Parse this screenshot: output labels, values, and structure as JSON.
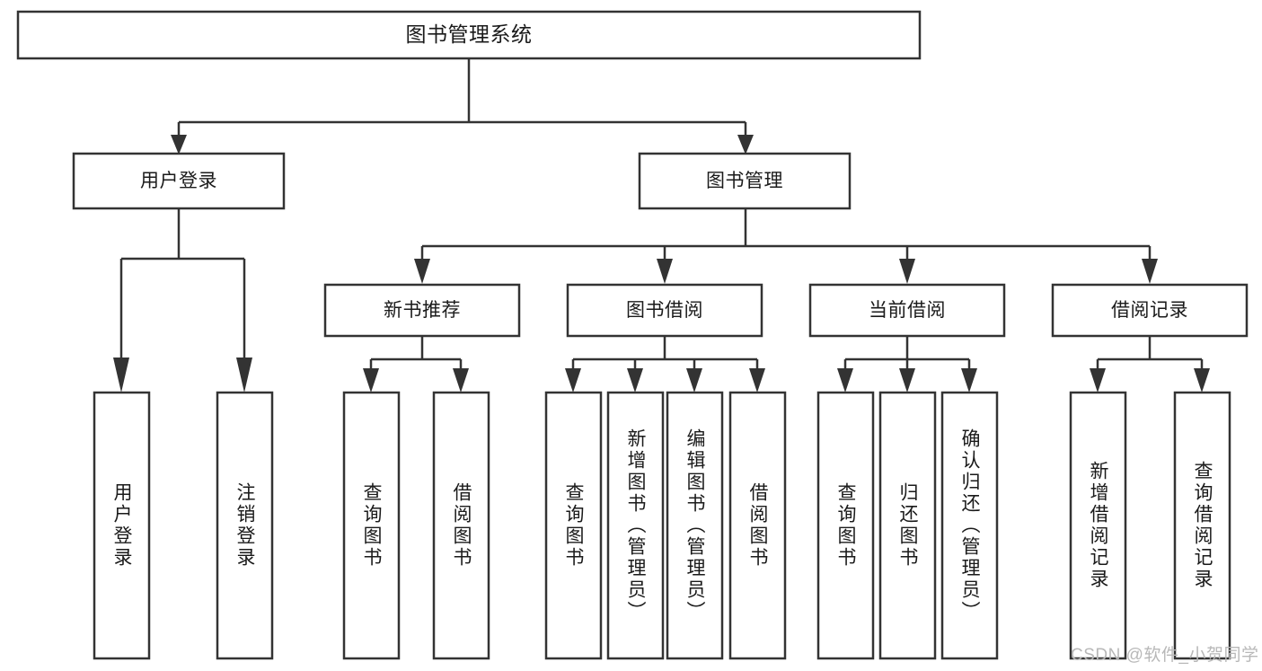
{
  "diagram": {
    "type": "tree-hierarchy-chart",
    "title": "图书管理系统",
    "orientation": "top-down",
    "colors": {
      "box_stroke": "#333333",
      "box_fill": "#ffffff",
      "text": "#1a1a1a",
      "background": "#ffffff",
      "watermark": "#b8b8b8"
    },
    "levels": [
      {
        "level": 1,
        "nodes": [
          {
            "id": "root",
            "label": "图书管理系统",
            "orientation": "horizontal"
          }
        ]
      },
      {
        "level": 2,
        "nodes": [
          {
            "id": "login",
            "label": "用户登录",
            "orientation": "horizontal",
            "parent": "root"
          },
          {
            "id": "bookmgmt",
            "label": "图书管理",
            "orientation": "horizontal",
            "parent": "root"
          }
        ]
      },
      {
        "level": 3,
        "nodes": [
          {
            "id": "newbook",
            "label": "新书推荐",
            "orientation": "horizontal",
            "parent": "bookmgmt"
          },
          {
            "id": "borrow",
            "label": "图书借阅",
            "orientation": "horizontal",
            "parent": "bookmgmt"
          },
          {
            "id": "current",
            "label": "当前借阅",
            "orientation": "horizontal",
            "parent": "bookmgmt"
          },
          {
            "id": "records",
            "label": "借阅记录",
            "orientation": "horizontal",
            "parent": "bookmgmt"
          }
        ]
      },
      {
        "level": 4,
        "nodes": [
          {
            "id": "leaf-1",
            "label": "用户登录",
            "orientation": "vertical",
            "parent": "login"
          },
          {
            "id": "leaf-2",
            "label": "注销登录",
            "orientation": "vertical",
            "parent": "login"
          },
          {
            "id": "leaf-3",
            "label": "查询图书",
            "orientation": "vertical",
            "parent": "newbook"
          },
          {
            "id": "leaf-4",
            "label": "借阅图书",
            "orientation": "vertical",
            "parent": "newbook"
          },
          {
            "id": "leaf-5",
            "label": "查询图书",
            "orientation": "vertical",
            "parent": "borrow"
          },
          {
            "id": "leaf-6",
            "label": "新增图书（管理员）",
            "orientation": "vertical",
            "parent": "borrow"
          },
          {
            "id": "leaf-7",
            "label": "编辑图书（管理员）",
            "orientation": "vertical",
            "parent": "borrow"
          },
          {
            "id": "leaf-8",
            "label": "借阅图书",
            "orientation": "vertical",
            "parent": "borrow"
          },
          {
            "id": "leaf-9",
            "label": "查询图书",
            "orientation": "vertical",
            "parent": "current"
          },
          {
            "id": "leaf-10",
            "label": "归还图书",
            "orientation": "vertical",
            "parent": "current"
          },
          {
            "id": "leaf-11",
            "label": "确认归还（管理员）",
            "orientation": "vertical",
            "parent": "current"
          },
          {
            "id": "leaf-12",
            "label": "新增借阅记录",
            "orientation": "vertical",
            "parent": "records"
          },
          {
            "id": "leaf-13",
            "label": "查询借阅记录",
            "orientation": "vertical",
            "parent": "records"
          }
        ]
      }
    ]
  },
  "watermark": {
    "text": "CSDN @软件_小贺同学"
  }
}
